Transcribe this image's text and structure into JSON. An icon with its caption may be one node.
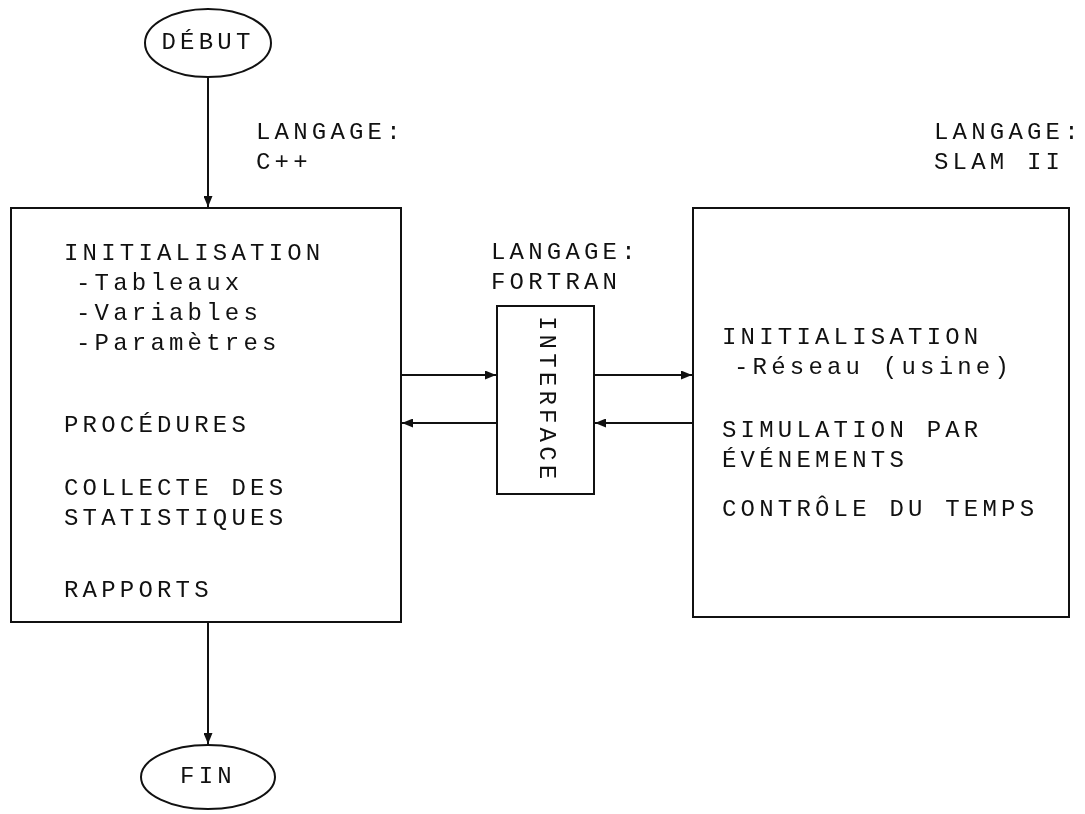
{
  "diagram": {
    "nodes": [
      {
        "text": [
          "DÉBUT"
        ]
      },
      {
        "text": [
          "INITIALISATION",
          "-Tableaux",
          "-Variables",
          "-Paramètres",
          "PROCÉDURES",
          "COLLECTE DES STATISTIQUES",
          "RAPPORTS"
        ],
        "beside": [
          "LANGAGE: C++"
        ]
      },
      {
        "text": [
          "INTERFACE"
        ],
        "beside": [
          "LANGAGE: FORTRAN"
        ]
      },
      {
        "text": [
          "INITIALISATION",
          "-Réseau (usine)",
          "SIMULATION PAR ÉVÉNEMENTS",
          "CONTRÔLE DU TEMPS"
        ],
        "beside": [
          "LANGAGE: SLAM II"
        ]
      },
      {
        "text": [
          "FIN"
        ]
      }
    ],
    "edges": [
      {
        "from": 0,
        "to": 1,
        "arrow": "to"
      },
      {
        "from": 1,
        "to": 2,
        "arrow": "to"
      },
      {
        "from": 2,
        "to": 1,
        "arrow": "to"
      },
      {
        "from": 2,
        "to": 3,
        "arrow": "to"
      },
      {
        "from": 3,
        "to": 2,
        "arrow": "to"
      },
      {
        "from": 1,
        "to": 4,
        "arrow": "to"
      }
    ]
  }
}
